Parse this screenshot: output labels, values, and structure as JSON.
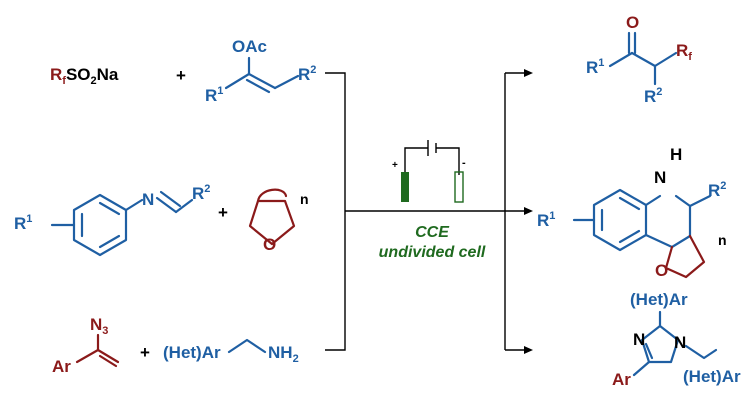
{
  "colors": {
    "blue": "#1f5fa3",
    "red": "#8b1a1a",
    "green": "#1f6a1f",
    "black": "#000000"
  },
  "reactants": {
    "r1": {
      "left": "RfSO2Na",
      "plus": "+",
      "right": "enol acetate (OAc, R1, R2)"
    },
    "r2": {
      "left": "imine (R1, N=, R2)",
      "plus": "+",
      "right": "cyclic ether (n)"
    },
    "r3": {
      "left": "vinyl azide (N3, Ar)",
      "plus": "+",
      "right": "(Het)Ar–CH2–NH2"
    }
  },
  "labels": {
    "oac": "OAc",
    "r1": "R",
    "sup1": "1",
    "sup2": "2",
    "rf_r": "R",
    "rf_f": "f",
    "so2na_so": "SO",
    "so2na_2": "2",
    "so2na_na": "Na",
    "plus": "+",
    "n": "N",
    "o": "O",
    "sub_n": "n",
    "nh": "H",
    "n3_n": "N",
    "n3_3": "3",
    "ar": "Ar",
    "hetar": "(Het)Ar",
    "nh2_nh": "NH",
    "nh2_2": "2",
    "battery_plus": "+",
    "battery_minus": "-"
  },
  "conditions": {
    "line1": "CCE",
    "line2": "undivided cell"
  }
}
